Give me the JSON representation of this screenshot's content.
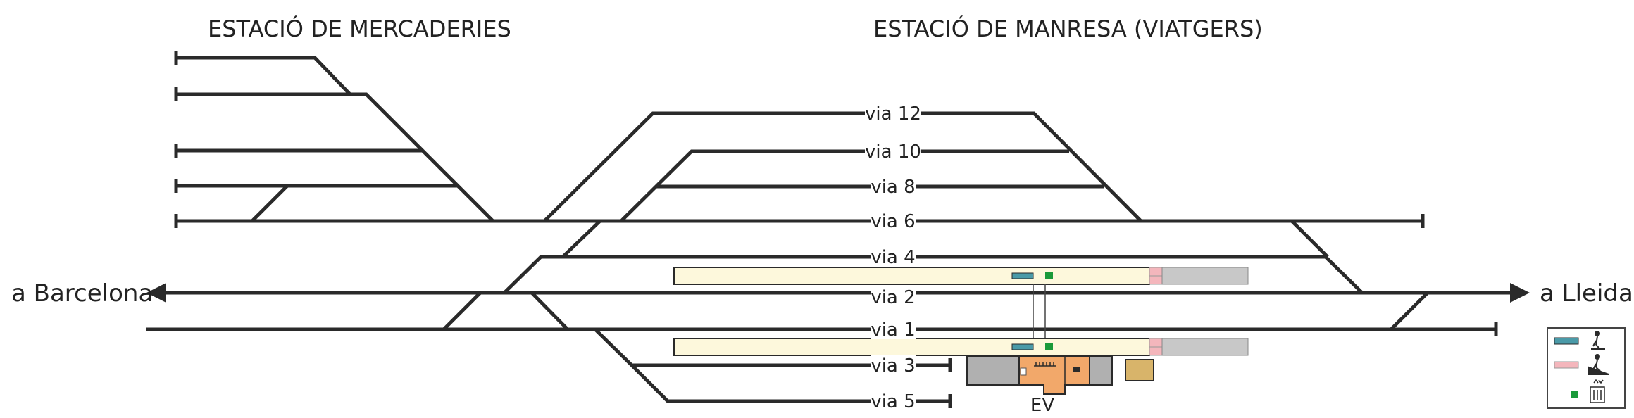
{
  "titles": {
    "freight": "ESTACIÓ DE MERCADERIES",
    "passenger": "ESTACIÓ DE MANRESA (VIATGERS)"
  },
  "directions": {
    "left": "a Barcelona",
    "right": "a Lleida"
  },
  "tracks": {
    "via12": "via 12",
    "via10": "via 10",
    "via8": "via 8",
    "via6": "via 6",
    "via4": "via 4",
    "via2": "via 2",
    "via1": "via 1",
    "via3": "via 3",
    "via5": "via 5"
  },
  "station_building": "EV",
  "legend": {
    "items": [
      {
        "icon": "stairs-walkway-icon",
        "color": "#4a9aa8"
      },
      {
        "icon": "ramp-access-icon",
        "color": "#f4b6bc"
      },
      {
        "icon": "elevator-icon",
        "color": "#1a9a3a"
      }
    ]
  },
  "colors": {
    "track": "#2a2a2a",
    "platform": "#fdf8dc",
    "platform_end": "#c8c8c8",
    "building": "#f2a86a",
    "building_grey": "#b0b0b0",
    "annex": "#d8b46a"
  }
}
